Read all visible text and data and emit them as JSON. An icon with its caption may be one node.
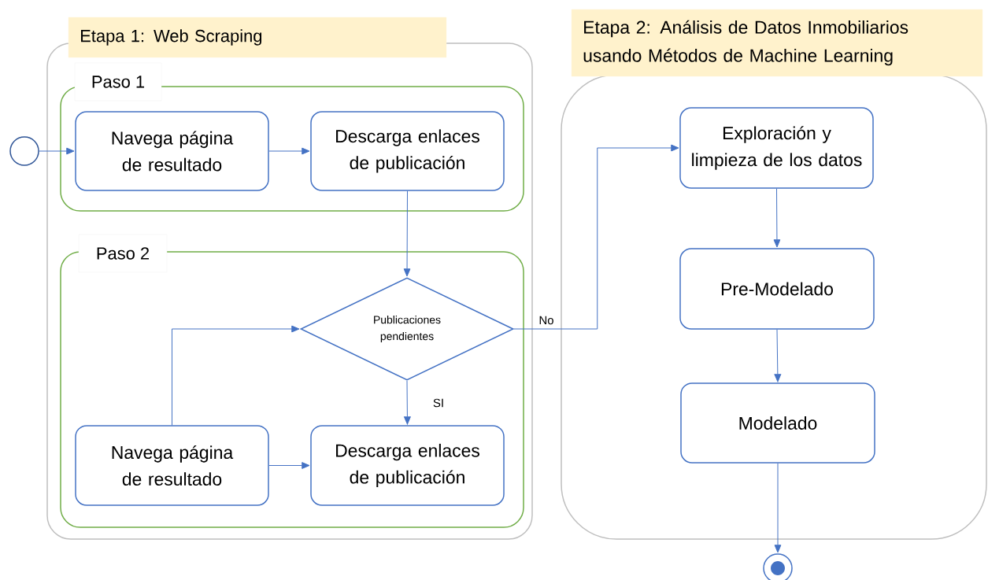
{
  "diagram": {
    "nodes": [
      {
        "text": [
          "Etapa 1: Web Scraping"
        ]
      },
      {
        "text": [
          "Paso 1"
        ],
        "in": 0
      },
      {
        "text": [
          "Navega página de resultado"
        ],
        "in": 1
      },
      {
        "text": [
          "Descarga enlaces de publicación"
        ],
        "in": 1
      },
      {
        "text": [
          "Paso 2"
        ],
        "in": 0
      },
      {
        "text": [
          "Publicaciones pendientes"
        ],
        "in": 4
      },
      {
        "text": [
          "Navega página de resultado"
        ],
        "in": 4
      },
      {
        "text": [
          "Descarga enlaces de publicación"
        ],
        "in": 4
      },
      {
        "text": [
          "Etapa 2: Análisis de Datos Inmobiliarios usando Métodos de Machine Learning"
        ]
      },
      {
        "text": [
          "Exploración y limpieza de los datos"
        ],
        "in": 8
      },
      {
        "text": [
          "Pre-Modelado"
        ],
        "in": 8
      },
      {
        "text": [
          "Modelado"
        ],
        "in": 8
      },
      {
        "text": [],
        "shape": "circle"
      },
      {
        "text": [],
        "shape": "circle"
      }
    ],
    "edges": [
      {
        "from": 12,
        "to": 2,
        "arrow": "to"
      },
      {
        "from": 2,
        "to": 3,
        "arrow": "to"
      },
      {
        "from": 3,
        "to": 5,
        "arrow": "to"
      },
      {
        "from": 5,
        "to": 7,
        "arrow": "to",
        "label": "SI"
      },
      {
        "from": 6,
        "to": 5,
        "arrow": "to"
      },
      {
        "from": 6,
        "to": 7,
        "arrow": "to"
      },
      {
        "from": 5,
        "to": 9,
        "arrow": "to",
        "label": "No"
      },
      {
        "from": 9,
        "to": 10,
        "arrow": "to"
      },
      {
        "from": 10,
        "to": 11,
        "arrow": "to"
      },
      {
        "from": 11,
        "to": 13,
        "arrow": "to"
      }
    ]
  }
}
